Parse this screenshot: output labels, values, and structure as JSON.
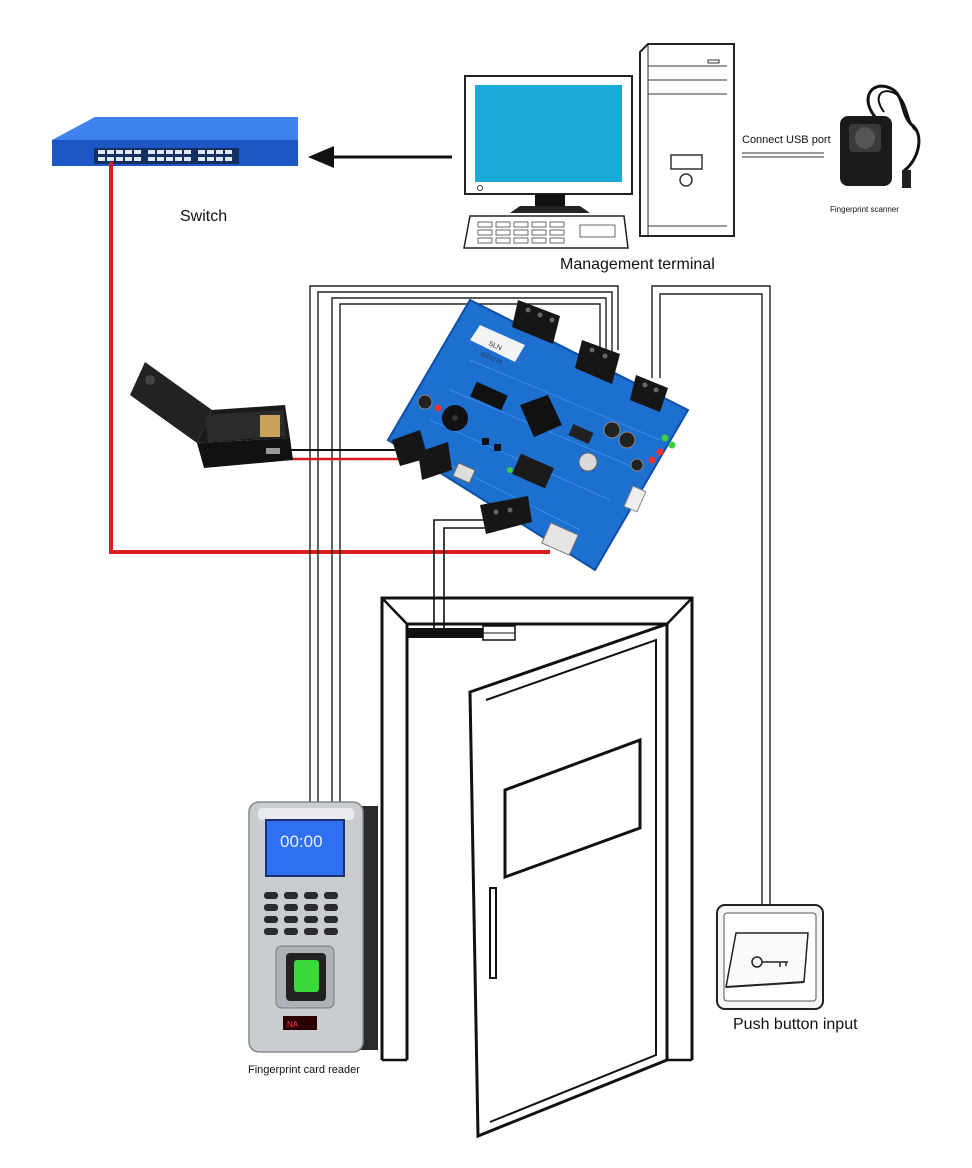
{
  "labels": {
    "switch": "Switch",
    "management_terminal": "Management terminal",
    "connect_usb": "Connect USB port",
    "fingerprint_scanner": "Fingerprint scanner",
    "fingerprint_card_reader": "Fingerprint card reader",
    "push_button": "Push button input"
  },
  "reader": {
    "time": "00:00",
    "led": "NA"
  },
  "board": {
    "silk": "SLN",
    "serial": "3101179"
  },
  "colors": {
    "switch_blue": "#2a63d8",
    "board_blue": "#1d6fd0",
    "red_wire": "#d81e1e",
    "black": "#111111",
    "monitor_screen": "#1aa9d8",
    "reader_screen": "#2f6ff0",
    "fingerprint_sensor": "#39d93a"
  }
}
